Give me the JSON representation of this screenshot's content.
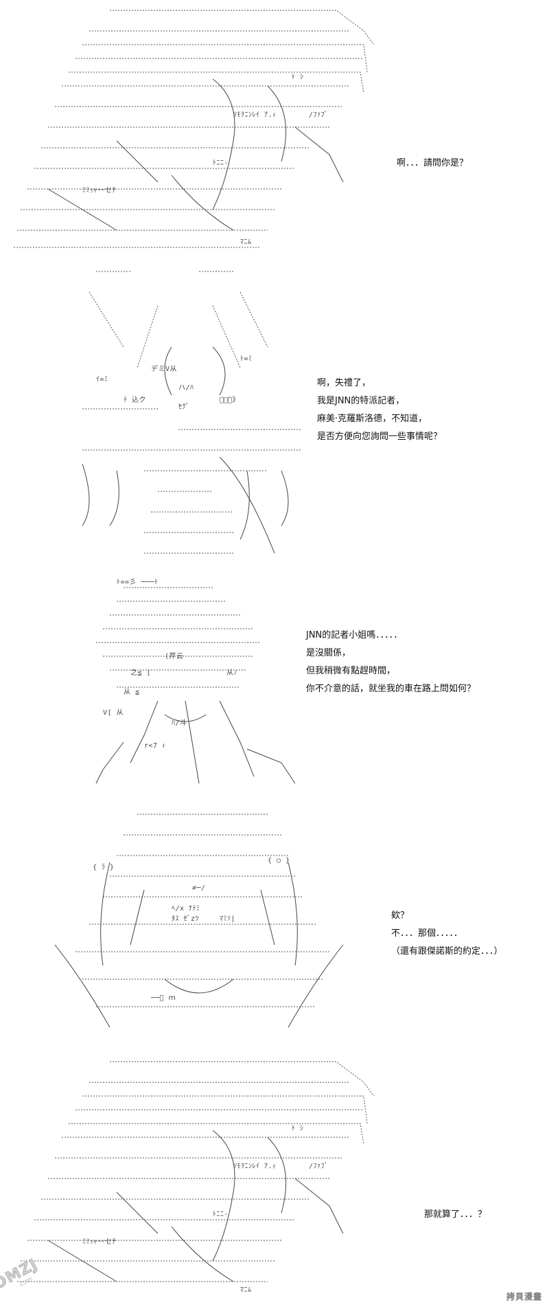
{
  "panels": [
    {
      "id": "panel-1",
      "lines": [
        "啊．．．請問你是？"
      ]
    },
    {
      "id": "panel-2",
      "lines": [
        "啊，失禮了，",
        "我是JNN的特派記者，",
        "麻美·克羅斯洛德，不知道，",
        "是否方便向您詢問一些事情呢？"
      ]
    },
    {
      "id": "panel-3",
      "lines": [
        "JNN的記者小姐嗎．．．．．",
        "是沒關係，",
        "但我稍微有點趕時間，",
        "你不介意的話，就坐我的車在路上問如何？"
      ]
    },
    {
      "id": "panel-4",
      "lines": [
        "欸？",
        "不．．．那個．．．．．",
        "（還有跟傑諾斯的約定．．．）"
      ]
    },
    {
      "id": "panel-5",
      "lines": [
        "那就算了．．．？"
      ]
    }
  ],
  "watermarks": {
    "left": "DMZJ",
    "left_sub": ".com",
    "right": "拷貝漫畫"
  },
  "colors": {
    "background": "#ffffff",
    "text": "#111111",
    "art": "#333333"
  }
}
